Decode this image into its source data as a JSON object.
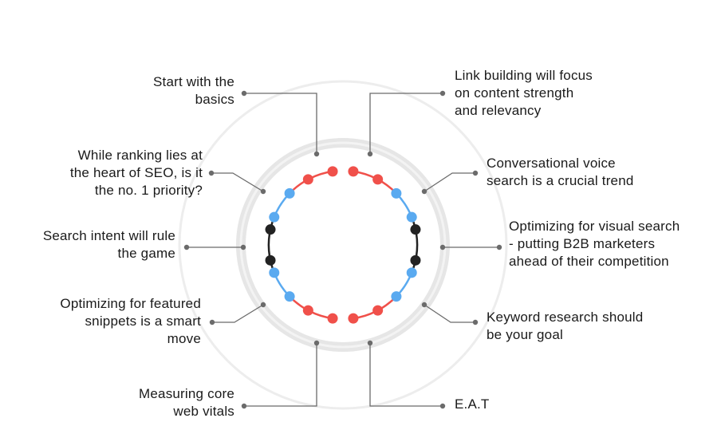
{
  "colors": {
    "ring_outer": "#ededed",
    "ring_inner": "#e6e6e6",
    "red": "#f0504a",
    "blue": "#5aaaf0",
    "black": "#222222",
    "connector": "#6b6b6b"
  },
  "items": [
    {
      "id": "start-basics",
      "text": "Start with the\nbasics",
      "color": "red"
    },
    {
      "id": "link-building",
      "text": "Link building will focus\non content strength\nand relevancy",
      "color": "red"
    },
    {
      "id": "ranking-priority",
      "text": "While ranking lies at\nthe heart of SEO, is it\nthe no. 1 priority?",
      "color": "blue"
    },
    {
      "id": "voice-search",
      "text": "Conversational voice\nsearch is a crucial trend",
      "color": "blue"
    },
    {
      "id": "search-intent",
      "text": "Search intent will rule\nthe game",
      "color": "black"
    },
    {
      "id": "visual-search",
      "text": "Optimizing for visual search\n- putting B2B marketers\nahead of their competition",
      "color": "black"
    },
    {
      "id": "featured-snippets",
      "text": "Optimizing for featured\nsnippets is a smart\nmove",
      "color": "blue"
    },
    {
      "id": "keyword-research",
      "text": "Keyword research should\nbe your goal",
      "color": "blue"
    },
    {
      "id": "core-web-vitals",
      "text": "Measuring core\nweb vitals",
      "color": "red"
    },
    {
      "id": "eat",
      "text": "E.A.T",
      "color": "red"
    }
  ]
}
